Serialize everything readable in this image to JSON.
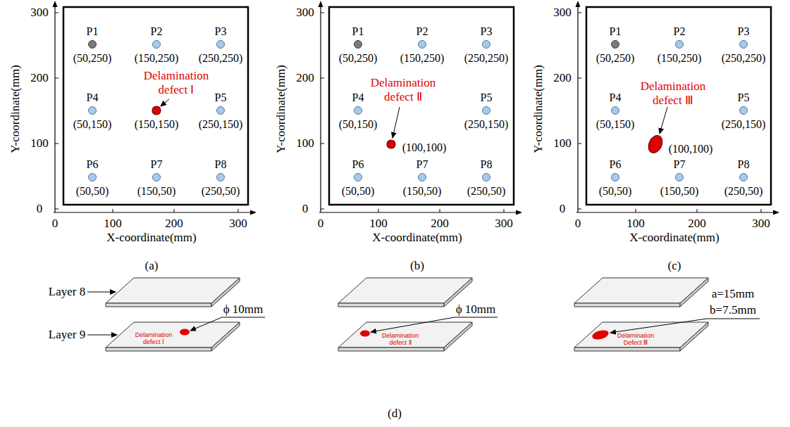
{
  "diagram": {
    "labels": [
      "300",
      "200",
      "100",
      "0",
      "0",
      "100",
      "200",
      "300",
      "Y-coordinate(mm)",
      "X-coordinate(mm)",
      "P1",
      "(50,250)",
      "P2",
      "(150,250)",
      "P3",
      "(250,250)",
      "P4",
      "(50,150)",
      "P5",
      "(250,150)",
      "P6",
      "(50,50)",
      "P7",
      "(150,50)",
      "P8",
      "(250,50)",
      "Delamination defect Ⅰ",
      "(150,150)",
      "(a)",
      "300",
      "200",
      "100",
      "0",
      "0",
      "100",
      "200",
      "300",
      "Y-coordinate(mm)",
      "X-coordinate(mm)",
      "P1",
      "(50,250)",
      "P2",
      "(150,250)",
      "P3",
      "(250,250)",
      "P4",
      "(50,150)",
      "P5",
      "(250,150)",
      "P6",
      "(50,50)",
      "P7",
      "(150,50)",
      "P8",
      "(250,50)",
      "Delamination defect Ⅱ",
      "(100,100)",
      "(b)",
      "300",
      "200",
      "100",
      "0",
      "0",
      "100",
      "200",
      "300",
      "Y-coordinate(mm)",
      "X-coordinate(mm)",
      "P1",
      "(50,250)",
      "P2",
      "(150,250)",
      "P3",
      "(250,250)",
      "P4",
      "(50,150)",
      "P5",
      "(250,150)",
      "P6",
      "(50,50)",
      "P7",
      "(150,50)",
      "P8",
      "(250,50)",
      "Delamination defect Ⅲ",
      "(100,100)",
      "(c)",
      "Layer 8",
      "Layer 9",
      "ϕ 10mm",
      "Delamination defect Ⅰ",
      "ϕ 10mm",
      "Delamination defect Ⅱ",
      "a=15mm",
      "b=7.5mm",
      "Delamination Defect Ⅲ",
      "(d)"
    ]
  }
}
